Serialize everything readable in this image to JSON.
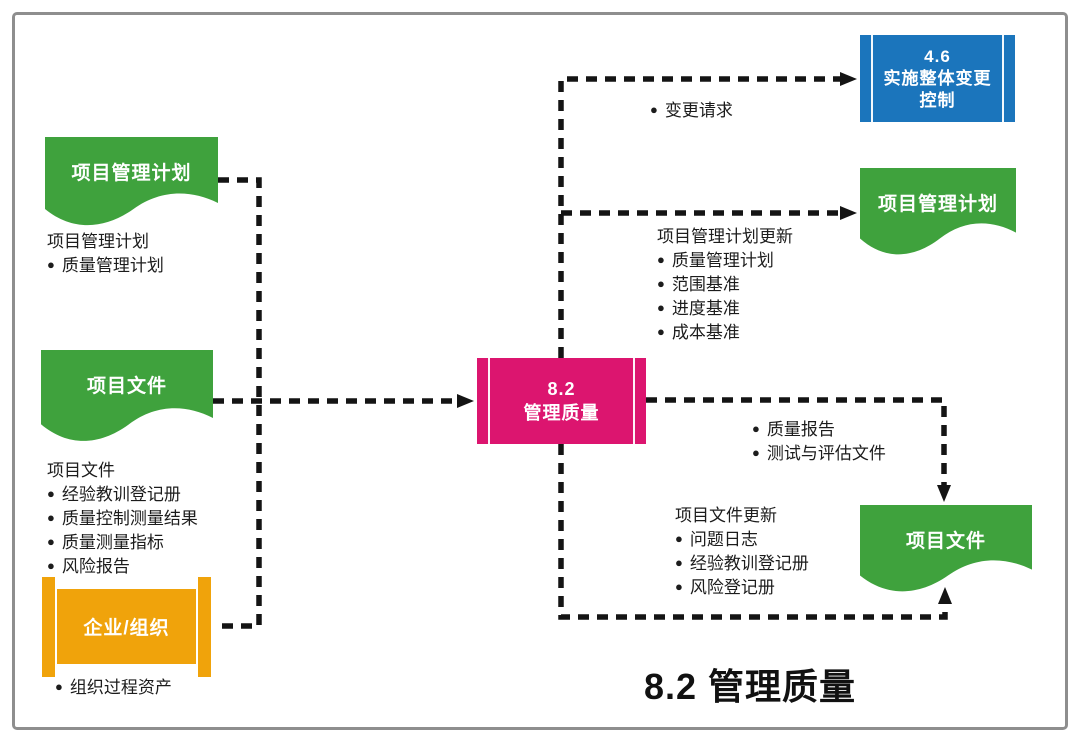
{
  "title": "8.2 管理质量",
  "colors": {
    "green": "#3FA23D",
    "blue": "#1B75BC",
    "pink": "#DC156F",
    "orange": "#F0A30B",
    "line": "#141414",
    "border": "#8e8e8e"
  },
  "center": {
    "id": "8.2",
    "name": "管理质量"
  },
  "boxes": {
    "pmplan_left": "项目管理计划",
    "docs_left": "项目文件",
    "enterprise": "企业/组织",
    "change_control": {
      "id": "4.6",
      "line1": "实施整体变更",
      "line2": "控制"
    },
    "pmplan_right": "项目管理计划",
    "docs_right": "项目文件"
  },
  "annotations": {
    "pmplan_inputs": {
      "heading": "项目管理计划",
      "items": [
        "质量管理计划"
      ]
    },
    "docs_inputs": {
      "heading": "项目文件",
      "items": [
        "经验教训登记册",
        "质量控制测量结果",
        "质量测量指标",
        "风险报告"
      ]
    },
    "enterprise_inputs": {
      "items": [
        "组织过程资产"
      ]
    },
    "change_requests": {
      "items": [
        "变更请求"
      ]
    },
    "pmplan_updates": {
      "heading": "项目管理计划更新",
      "items": [
        "质量管理计划",
        "范围基准",
        "进度基准",
        "成本基准"
      ]
    },
    "quality_outputs": {
      "items": [
        "质量报告",
        "测试与评估文件"
      ]
    },
    "docs_updates": {
      "heading": "项目文件更新",
      "items": [
        "问题日志",
        "经验教训登记册",
        "风险登记册"
      ]
    }
  }
}
